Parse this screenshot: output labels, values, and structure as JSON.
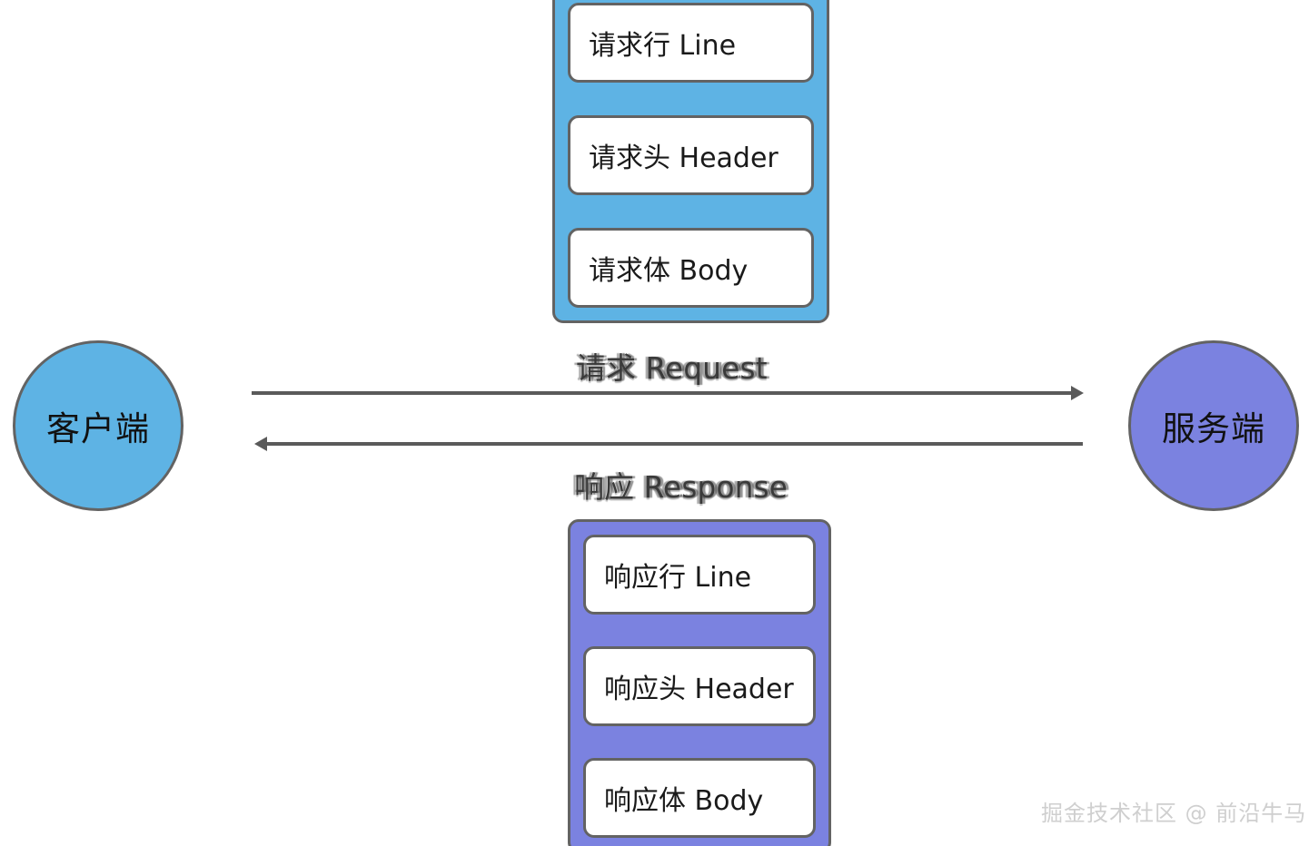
{
  "diagram": {
    "title": "HTTP Request / Response message structure",
    "colors": {
      "client_fill": "#5EB3E4",
      "server_fill": "#7B82E0",
      "request_packet_fill": "#5EB3E4",
      "response_packet_fill": "#7B82E0",
      "stroke": "#636363",
      "field_fill": "#FFFFFF",
      "arrow": "#5A5A5A",
      "text": "#1A1A1A",
      "watermark": "#CFCFCF"
    }
  },
  "nodes": {
    "client": {
      "label": "客户端"
    },
    "server": {
      "label": "服务端"
    }
  },
  "arrows": {
    "request": {
      "caption": "请求 Request",
      "direction": "client-to-server",
      "head_name": "arrow-head-right"
    },
    "response": {
      "caption": "响应 Response",
      "direction": "server-to-client",
      "head_name": "arrow-head-left"
    }
  },
  "packets": {
    "request": {
      "name": "request-packet",
      "fields": [
        {
          "label": "请求行 Line"
        },
        {
          "label": "请求头 Header"
        },
        {
          "label": "请求体 Body"
        }
      ]
    },
    "response": {
      "name": "response-packet",
      "fields": [
        {
          "label": "响应行 Line"
        },
        {
          "label": "响应头 Header"
        },
        {
          "label": "响应体 Body"
        }
      ]
    }
  },
  "watermark": {
    "text": "掘金技术社区 @ 前沿牛马"
  }
}
